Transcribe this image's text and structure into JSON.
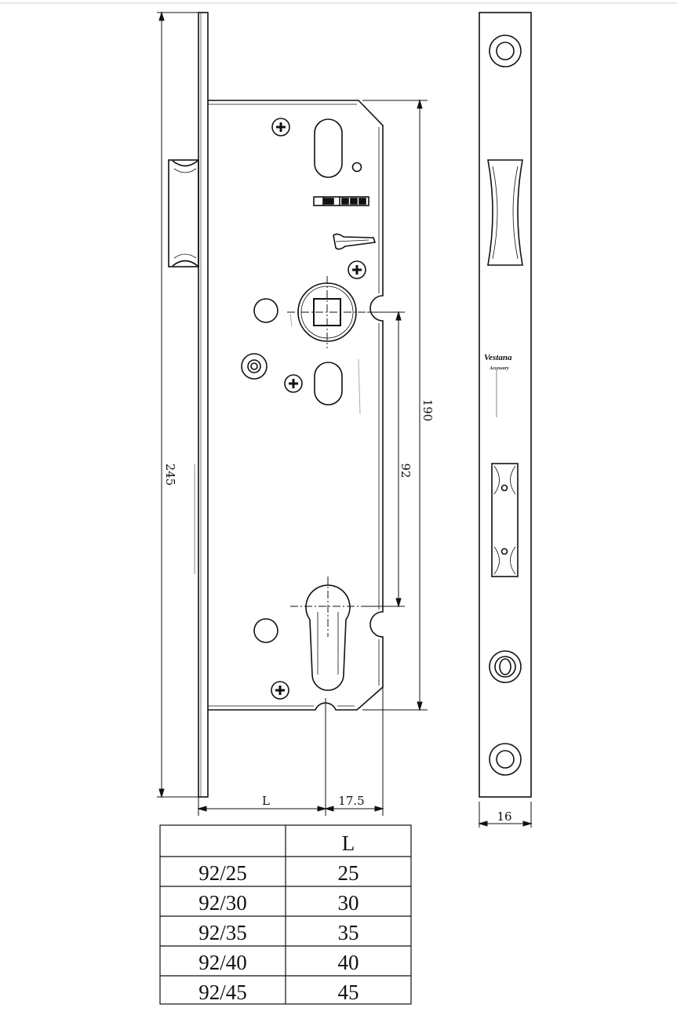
{
  "dimensions": {
    "overall_length": "245",
    "case_height": "190",
    "center_distance": "92",
    "left_offset": "L",
    "backset": "17.5",
    "faceplate_width": "16"
  },
  "brand": {
    "name": "Vestana",
    "tagline": "Accessory"
  },
  "table": {
    "header": [
      "",
      "L"
    ],
    "rows": [
      [
        "92/25",
        "25"
      ],
      [
        "92/30",
        "30"
      ],
      [
        "92/35",
        "35"
      ],
      [
        "92/40",
        "40"
      ],
      [
        "92/45",
        "45"
      ]
    ]
  }
}
